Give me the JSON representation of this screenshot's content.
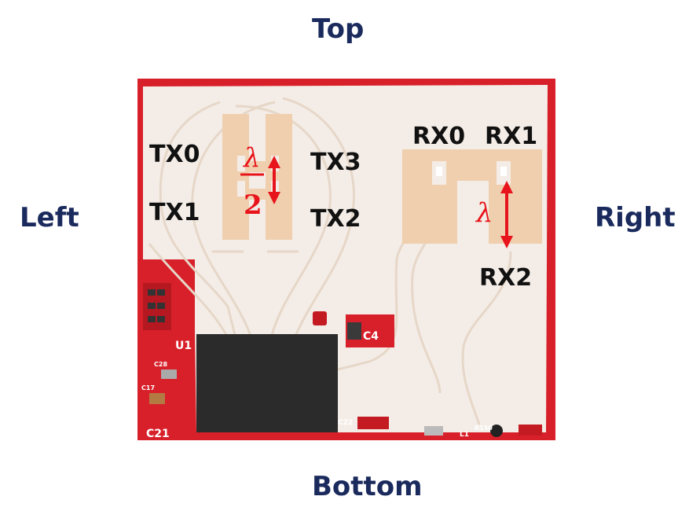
{
  "orientation": {
    "top": "Top",
    "bottom": "Bottom",
    "left": "Left",
    "right": "Right"
  },
  "antennas": {
    "tx0": "TX0",
    "tx1": "TX1",
    "tx2": "TX2",
    "tx3": "TX3",
    "rx0": "RX0",
    "rx1": "RX1",
    "rx2": "RX2"
  },
  "spacing": {
    "tx_symbol": "λ",
    "tx_divisor": "2",
    "rx_symbol": "λ"
  },
  "silkscreen": {
    "u1": "U1",
    "c4": "C4",
    "c21": "C21",
    "c22": "C22",
    "c28": "C28",
    "c17": "C17",
    "l1": "L1",
    "r150": "R150"
  },
  "colors": {
    "board_red": "#d8202a",
    "antenna_panel": "#f4ede7",
    "antenna_copper": "#efcfae",
    "chip": "#2b2b2b",
    "arrow_red": "#e8141b",
    "label_navy": "#1a2a5c"
  }
}
